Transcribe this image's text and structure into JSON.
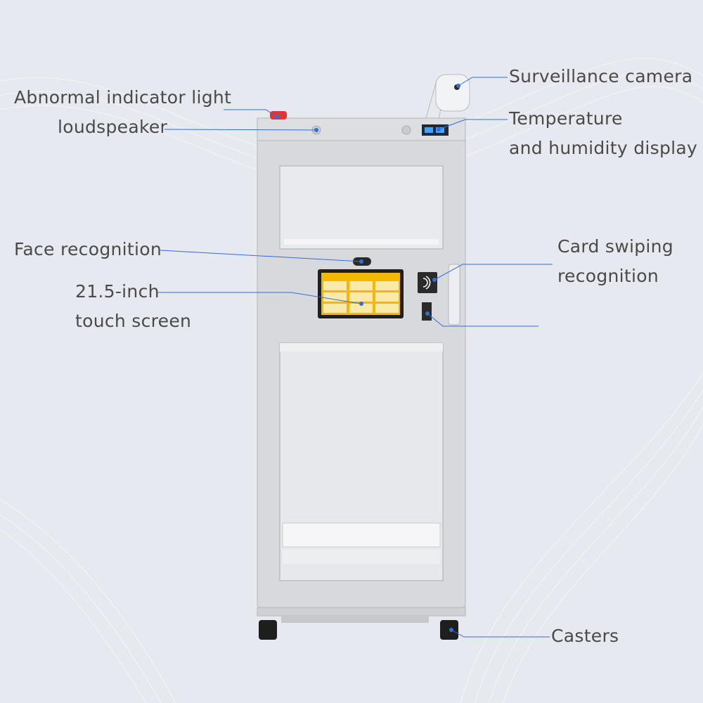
{
  "labels": {
    "abnormal_light": "Abnormal indicator light",
    "loudspeaker": "loudspeaker",
    "face_recognition": "Face recognition",
    "screen_line1": "21.5-inch",
    "screen_line2": "touch screen",
    "camera": "Surveillance camera",
    "temp_line1": "Temperature",
    "temp_line2": "and humidity display",
    "card_line1": "Card swiping",
    "card_line2": "recognition",
    "casters": "Casters"
  },
  "colors": {
    "background": "#e6e9ef",
    "cabinet": "#d6d8dc",
    "leader_line": "#2f6fd6",
    "screen_accent": "#f5b800",
    "indicator_light": "#e03535"
  }
}
